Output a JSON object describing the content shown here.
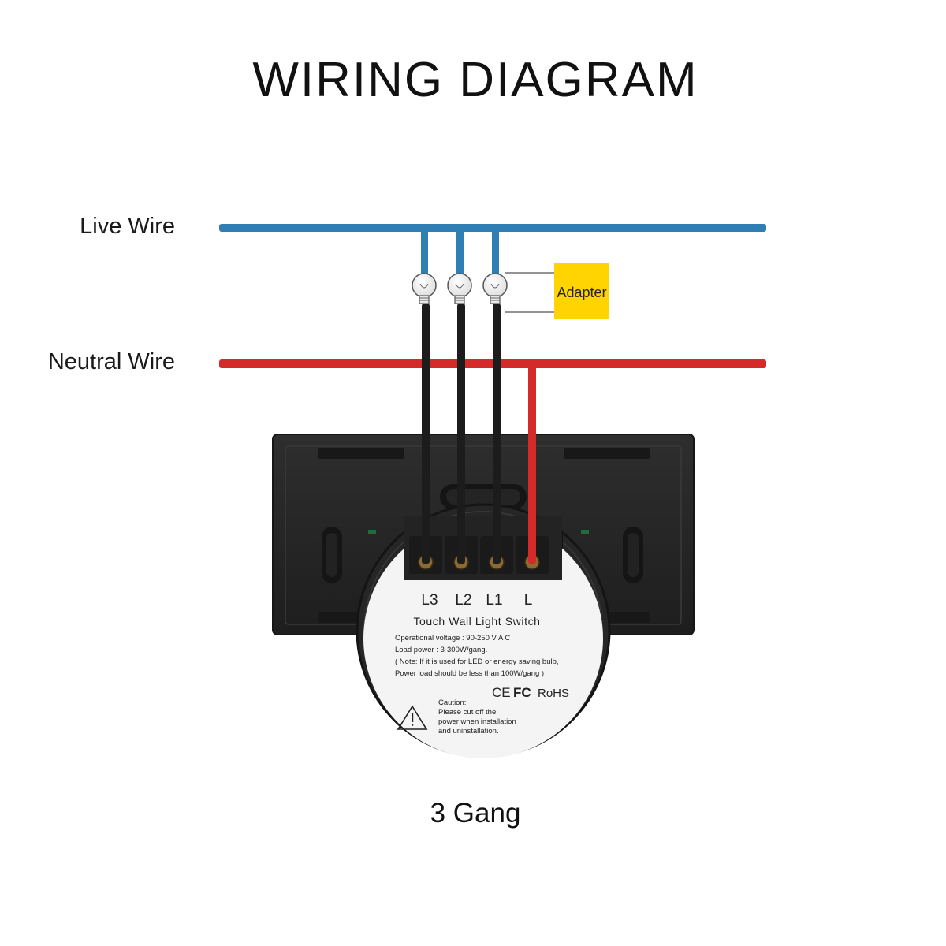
{
  "title": "WIRING DIAGRAM",
  "wires": {
    "live_label": "Live Wire",
    "neutral_label": "Neutral Wire",
    "live_color": "#2f7eb4",
    "neutral_color": "#d42a2a",
    "load_color": "#1c1c1c"
  },
  "adapter": {
    "label": "Adapter",
    "color": "#ffd400"
  },
  "terminals": [
    "L3",
    "L2",
    "L1",
    "L"
  ],
  "device_label": {
    "title": "Touch Wall Light Switch",
    "specs": [
      "Operational voltage : 90-250 V A C",
      "Load power : 3-300W/gang.",
      "( Note: If it is used for LED or energy saving bulb,",
      "Power load should be less than 100W/gang )"
    ],
    "certifications": [
      "CE",
      "FC",
      "RoHS"
    ],
    "caution": [
      "Caution:",
      "Please cut  off the",
      "power when installation",
      "and uninstallation."
    ]
  },
  "caption": "3 Gang"
}
